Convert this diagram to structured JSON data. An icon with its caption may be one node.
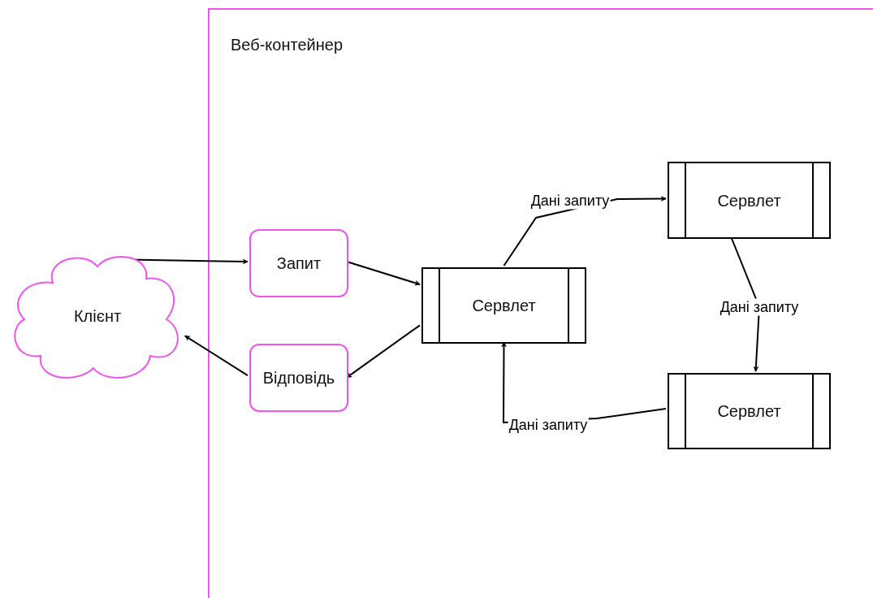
{
  "diagram": {
    "nodes": [
      {
        "text": [
          "Веб-контейнер"
        ]
      },
      {
        "text": [
          "Клієнт"
        ]
      },
      {
        "text": [
          "Запит"
        ],
        "in": 0
      },
      {
        "text": [
          "Відповідь"
        ],
        "in": 0
      },
      {
        "text": [
          "Сервлет"
        ],
        "in": 0
      },
      {
        "text": [
          "Сервлет"
        ],
        "in": 0
      },
      {
        "text": [
          "Сервлет"
        ],
        "in": 0
      }
    ],
    "edges": [
      {
        "from": 1,
        "to": 2,
        "arrow": "to"
      },
      {
        "from": 2,
        "to": 4,
        "arrow": "to"
      },
      {
        "from": 4,
        "to": 3,
        "arrow": "to"
      },
      {
        "from": 3,
        "to": 1,
        "arrow": "to"
      },
      {
        "from": 4,
        "to": 5,
        "arrow": "to",
        "label": "Дані запиту"
      },
      {
        "from": 5,
        "to": 6,
        "arrow": "to",
        "label": "Дані запиту"
      },
      {
        "from": 6,
        "to": 4,
        "arrow": "to",
        "label": "Дані запиту"
      }
    ]
  }
}
